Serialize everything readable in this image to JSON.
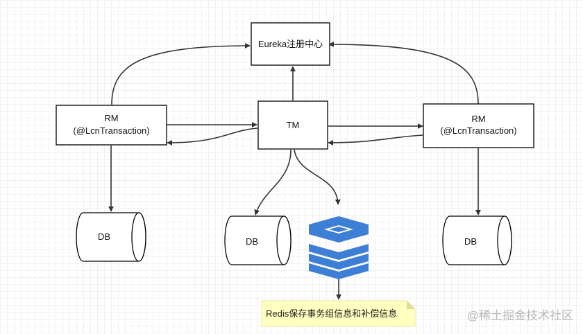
{
  "nodes": {
    "eureka": {
      "label": "Eureka注册中心"
    },
    "tm": {
      "label": "TM"
    },
    "rm_left": {
      "line1": "RM",
      "line2": "(@LcnTransaction)"
    },
    "rm_right": {
      "line1": "RM",
      "line2": "(@LcnTransaction)"
    },
    "db_left": {
      "label": "DB"
    },
    "db_center": {
      "label": "DB"
    },
    "db_right": {
      "label": "DB"
    }
  },
  "note": {
    "text": "Redis保存事务组信息和补偿信息"
  },
  "watermark": {
    "text": "@稀土掘金技术社区"
  },
  "icons": {
    "redis": "redis-stack-icon"
  },
  "colors": {
    "redis_blue": "#3d7fd6",
    "note_fill": "#ffffc0",
    "connector": "#333333"
  }
}
